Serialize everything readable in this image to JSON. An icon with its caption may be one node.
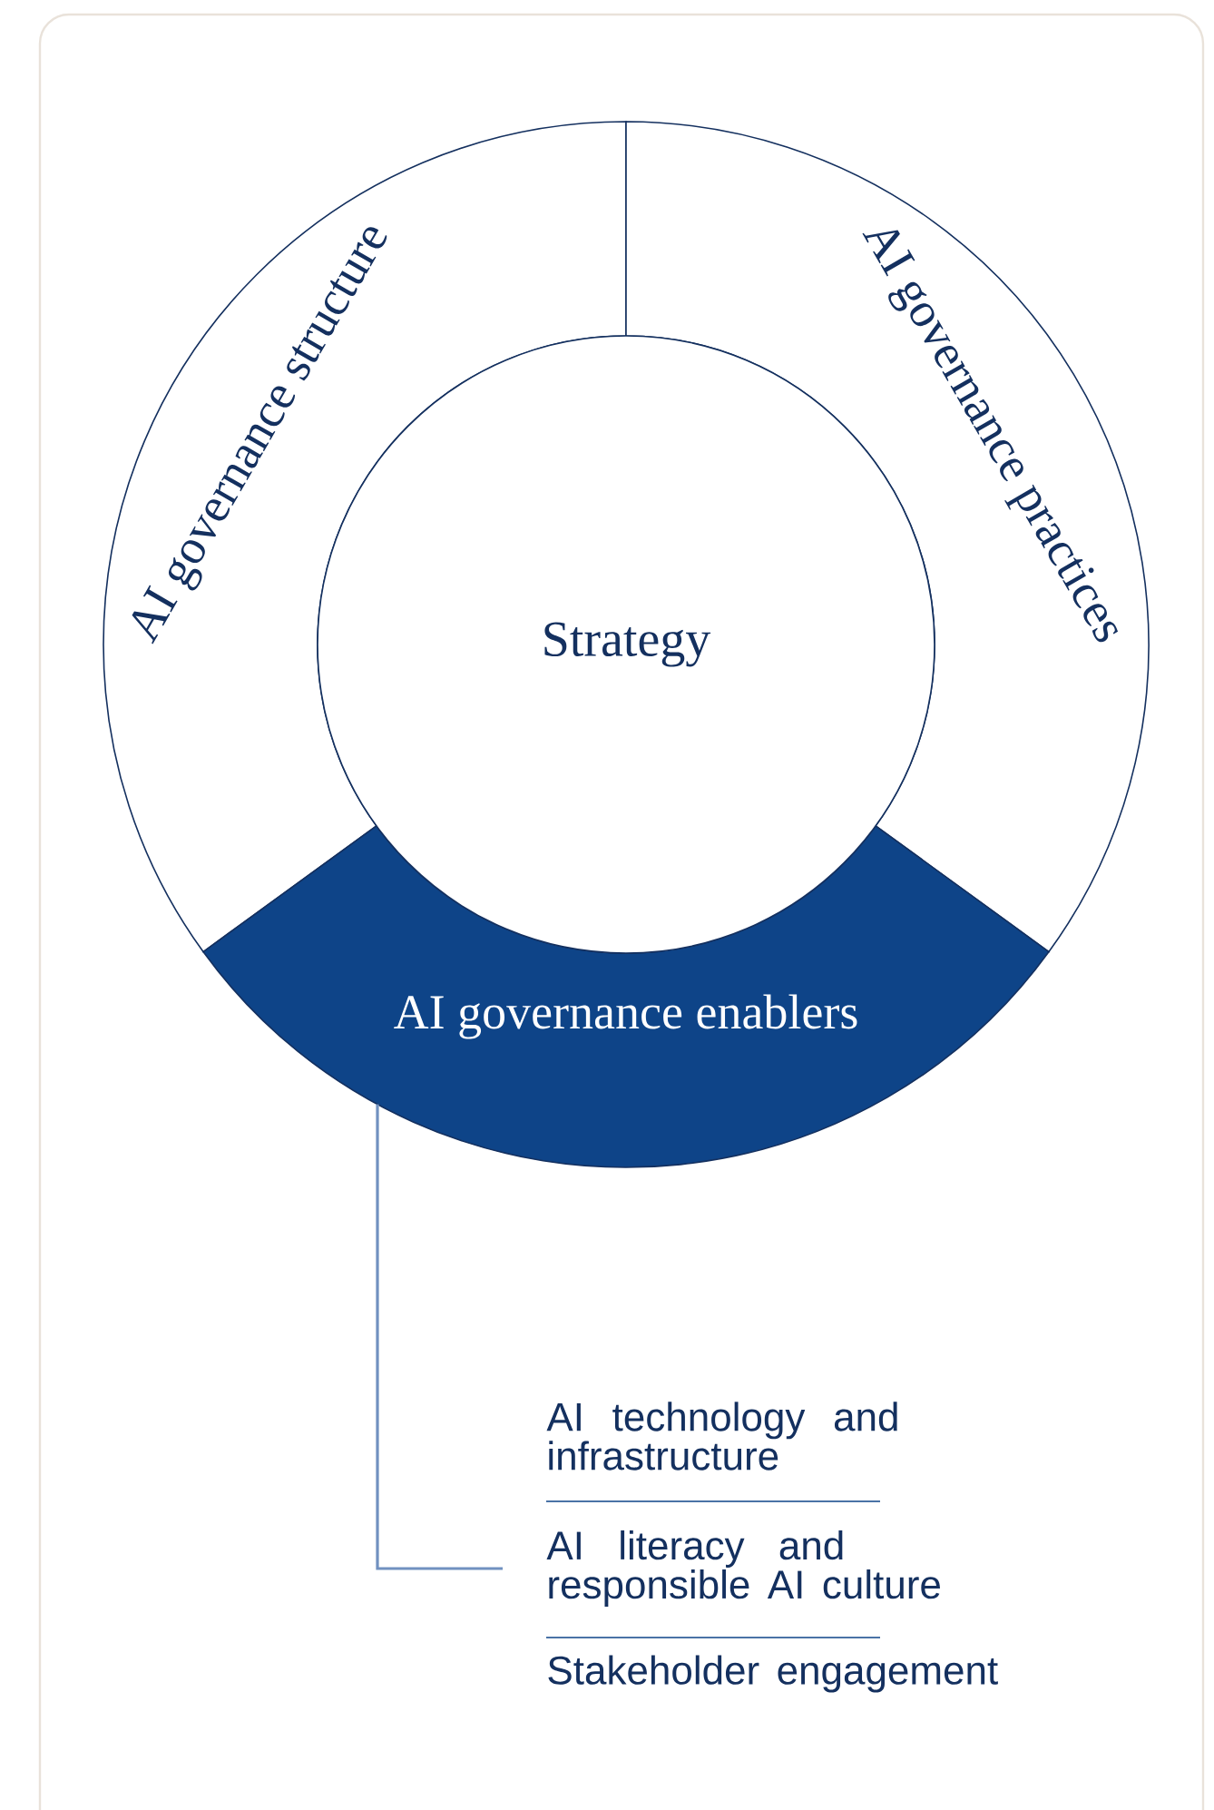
{
  "diagram": {
    "nodes": [
      {
        "text": [
          "AI governance structure"
        ]
      },
      {
        "text": [
          "AI governance practices"
        ]
      },
      {
        "text": [
          "AI governance enablers"
        ]
      },
      {
        "text": [
          "Strategy"
        ]
      },
      {
        "text": [
          "AI literacy and responsible AI culture"
        ]
      }
    ],
    "edges": [
      {
        "from": 2,
        "to": 4,
        "arrow": "none"
      }
    ],
    "labels": [
      "AI technology and infrastructure",
      "Stakeholder engagement"
    ]
  }
}
